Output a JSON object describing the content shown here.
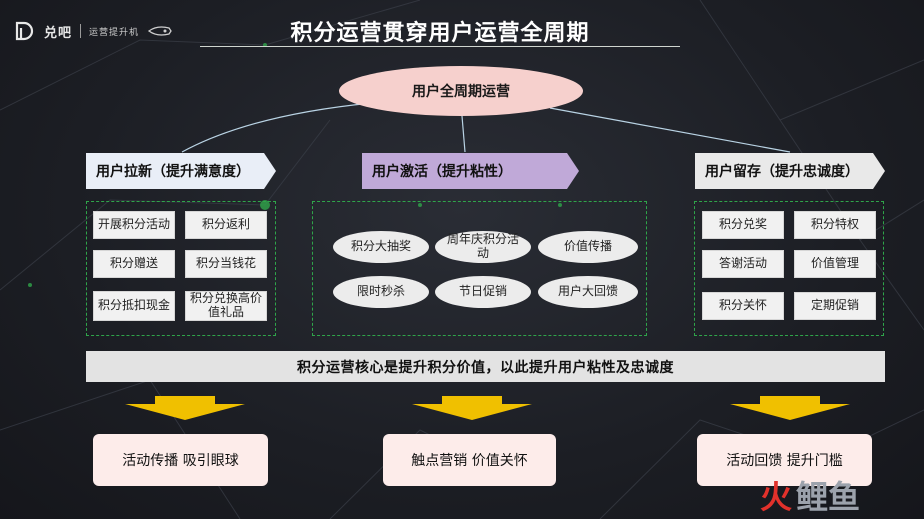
{
  "header": {
    "brand_name": "兑吧",
    "brand_sub": "运营提升机",
    "title": "积分运营贯穿用户运营全周期"
  },
  "hub": {
    "label": "用户全周期运营"
  },
  "columns": [
    {
      "title": "用户拉新（提升满意度）",
      "items": [
        "开展积分活动",
        "积分返利",
        "积分赠送",
        "积分当钱花",
        "积分抵扣现金",
        "积分兑换高价值礼品"
      ]
    },
    {
      "title": "用户激活（提升粘性）",
      "items": [
        "积分大抽奖",
        "周年庆积分活动",
        "价值传播",
        "限时秒杀",
        "节日促销",
        "用户大回馈"
      ]
    },
    {
      "title": "用户留存（提升忠诚度）",
      "items": [
        "积分兑奖",
        "积分特权",
        "答谢活动",
        "价值管理",
        "积分关怀",
        "定期促销"
      ]
    }
  ],
  "core": {
    "text": "积分运营核心是提升积分价值，以此提升用户粘性及忠诚度"
  },
  "results": [
    "活动传播 吸引眼球",
    "触点营销 价值关怀",
    "活动回馈 提升门槛"
  ],
  "watermark": {
    "part1": "火",
    "part2": "鲤鱼"
  },
  "colors": {
    "accent_green": "#2fa54a",
    "hub_pink": "#f6d0cd",
    "activate_purple": "#c0a9d8",
    "arrow_gold": "#f0c000",
    "result_pink": "#fdecea",
    "watermark_red": "#e2312b"
  }
}
